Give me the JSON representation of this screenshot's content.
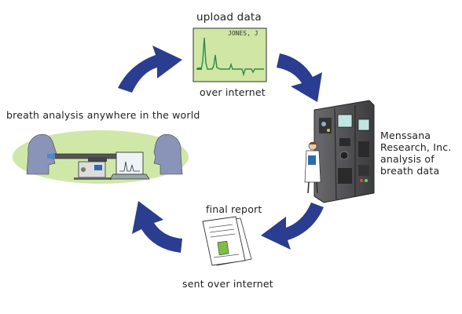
{
  "upload": {
    "title": "upload data",
    "subtitle": "over internet",
    "chart_name": "JONES, J"
  },
  "breath": {
    "title": "breath analysis anywhere in the world"
  },
  "lab": {
    "label": "Menssana Research, Inc. analysis of breath data"
  },
  "report": {
    "title": "final report",
    "subtitle": "sent over internet"
  },
  "colors": {
    "arrow": "#2b3d91",
    "chart_bg": "#cfe6a4",
    "chart_line": "#2e8a4a",
    "ellipse": "#cfe8a8",
    "person": "#8a93b8",
    "cabinet": "#4a4a4c"
  }
}
